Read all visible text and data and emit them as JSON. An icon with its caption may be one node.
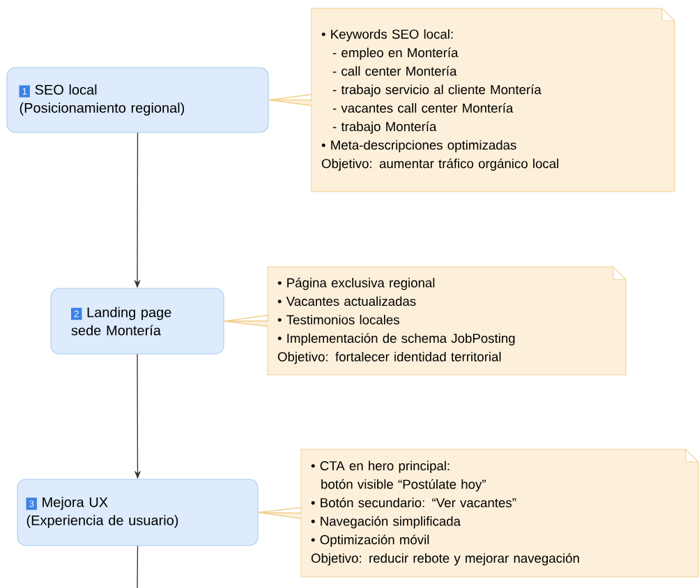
{
  "diagram": {
    "nodes": [
      {
        "text": [
          "1",
          "SEO local",
          "(Posicionamiento regional)"
        ]
      },
      {
        "text": [
          "• Keywords SEO local:",
          "- empleo en Montería",
          "- call center Montería",
          "- trabajo servicio al cliente Montería",
          "- vacantes call center Montería",
          "- trabajo Montería",
          "• Meta-descripciones optimizadas",
          "Objetivo: aumentar tráfico orgánico local"
        ]
      },
      {
        "text": [
          "2",
          "Landing page sede Montería"
        ]
      },
      {
        "text": [
          "• Página exclusiva regional",
          "• Vacantes actualizadas",
          "• Testimonios locales",
          "• Implementación de schema JobPosting",
          "Objetivo: fortalecer identidad territorial"
        ]
      },
      {
        "text": [
          "3",
          "Mejora UX",
          "(Experiencia de usuario)"
        ]
      },
      {
        "text": [
          "• CTA en hero principal:",
          "botón visible “Postúlate hoy”",
          "• Botón secundario: “Ver vacantes”",
          "• Navegación simplificada",
          "• Optimización móvil",
          "Objetivo: reducir rebote y mejorar navegación"
        ]
      }
    ],
    "edges": [
      {
        "from": 0,
        "to": 2,
        "arrow": "to"
      },
      {
        "from": 2,
        "to": 4,
        "arrow": "to"
      },
      {
        "from": 4,
        "to": null,
        "arrow": "none"
      },
      {
        "from": 1,
        "to": 0,
        "arrow": "none",
        "color": "#f3d08f"
      },
      {
        "from": 3,
        "to": 2,
        "arrow": "none",
        "color": "#f3d08f"
      },
      {
        "from": 5,
        "to": 4,
        "arrow": "none",
        "color": "#f3d08f"
      }
    ]
  }
}
